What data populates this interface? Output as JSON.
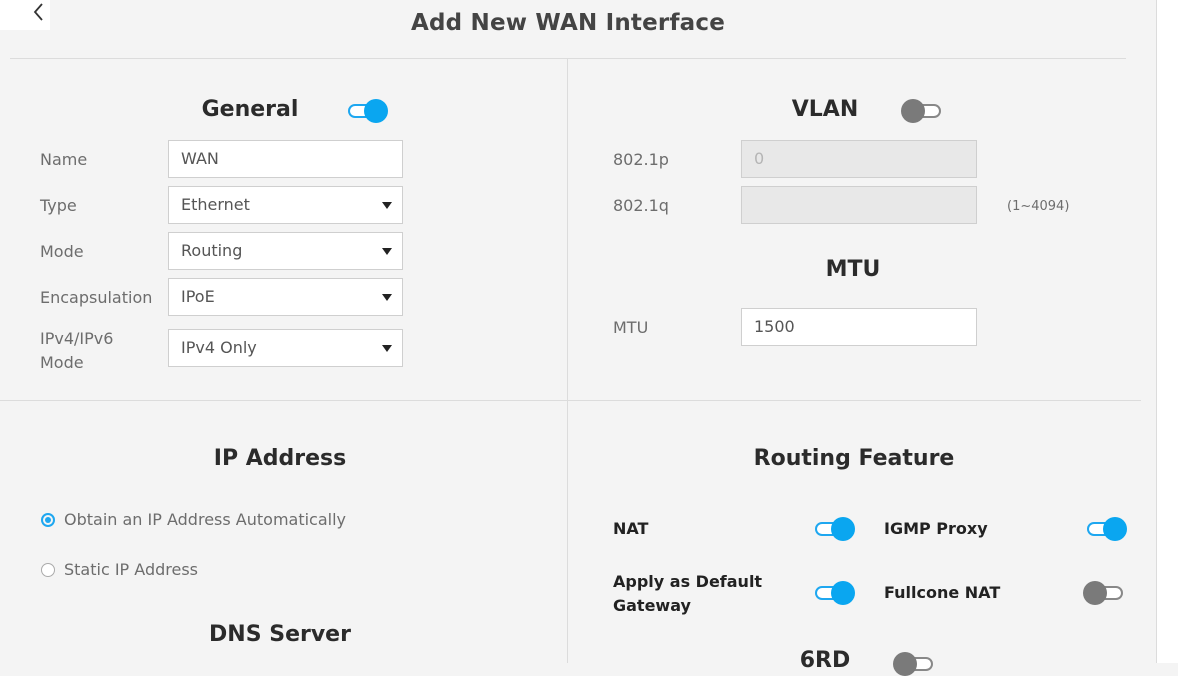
{
  "page": {
    "title": "Add New WAN Interface"
  },
  "general": {
    "title": "General",
    "toggle_on": true,
    "fields": {
      "name": {
        "label": "Name",
        "value": "WAN"
      },
      "type": {
        "label": "Type",
        "value": "Ethernet"
      },
      "mode": {
        "label": "Mode",
        "value": "Routing"
      },
      "encapsulation": {
        "label": "Encapsulation",
        "value": "IPoE"
      },
      "ip_mode": {
        "label_line1": "IPv4/IPv6",
        "label_line2": "Mode",
        "value": "IPv4 Only"
      }
    }
  },
  "vlan": {
    "title": "VLAN",
    "toggle_on": false,
    "p_label": "802.1p",
    "p_value": "0",
    "q_label": "802.1q",
    "q_value": "",
    "q_hint": "(1~4094)"
  },
  "mtu": {
    "title": "MTU",
    "label": "MTU",
    "value": "1500"
  },
  "ip_address": {
    "title": "IP Address",
    "options": [
      {
        "label": "Obtain an IP Address Automatically",
        "checked": true
      },
      {
        "label": "Static IP Address",
        "checked": false
      }
    ]
  },
  "dns": {
    "title": "DNS Server"
  },
  "routing": {
    "title": "Routing Feature",
    "nat": {
      "label": "NAT",
      "on": true
    },
    "igmp_proxy": {
      "label": "IGMP Proxy",
      "on": true
    },
    "default_gw": {
      "label_line1": "Apply as Default",
      "label_line2": "Gateway",
      "on": true
    },
    "fullcone_nat": {
      "label": "Fullcone NAT",
      "on": false
    }
  },
  "sixrd": {
    "title": "6RD",
    "on": false
  },
  "colors": {
    "accent": "#0aa6f0",
    "toggle_off": "#7a7a7a"
  },
  "icons": {
    "back": "chevron-left-icon",
    "dropdown": "caret-down-icon"
  }
}
